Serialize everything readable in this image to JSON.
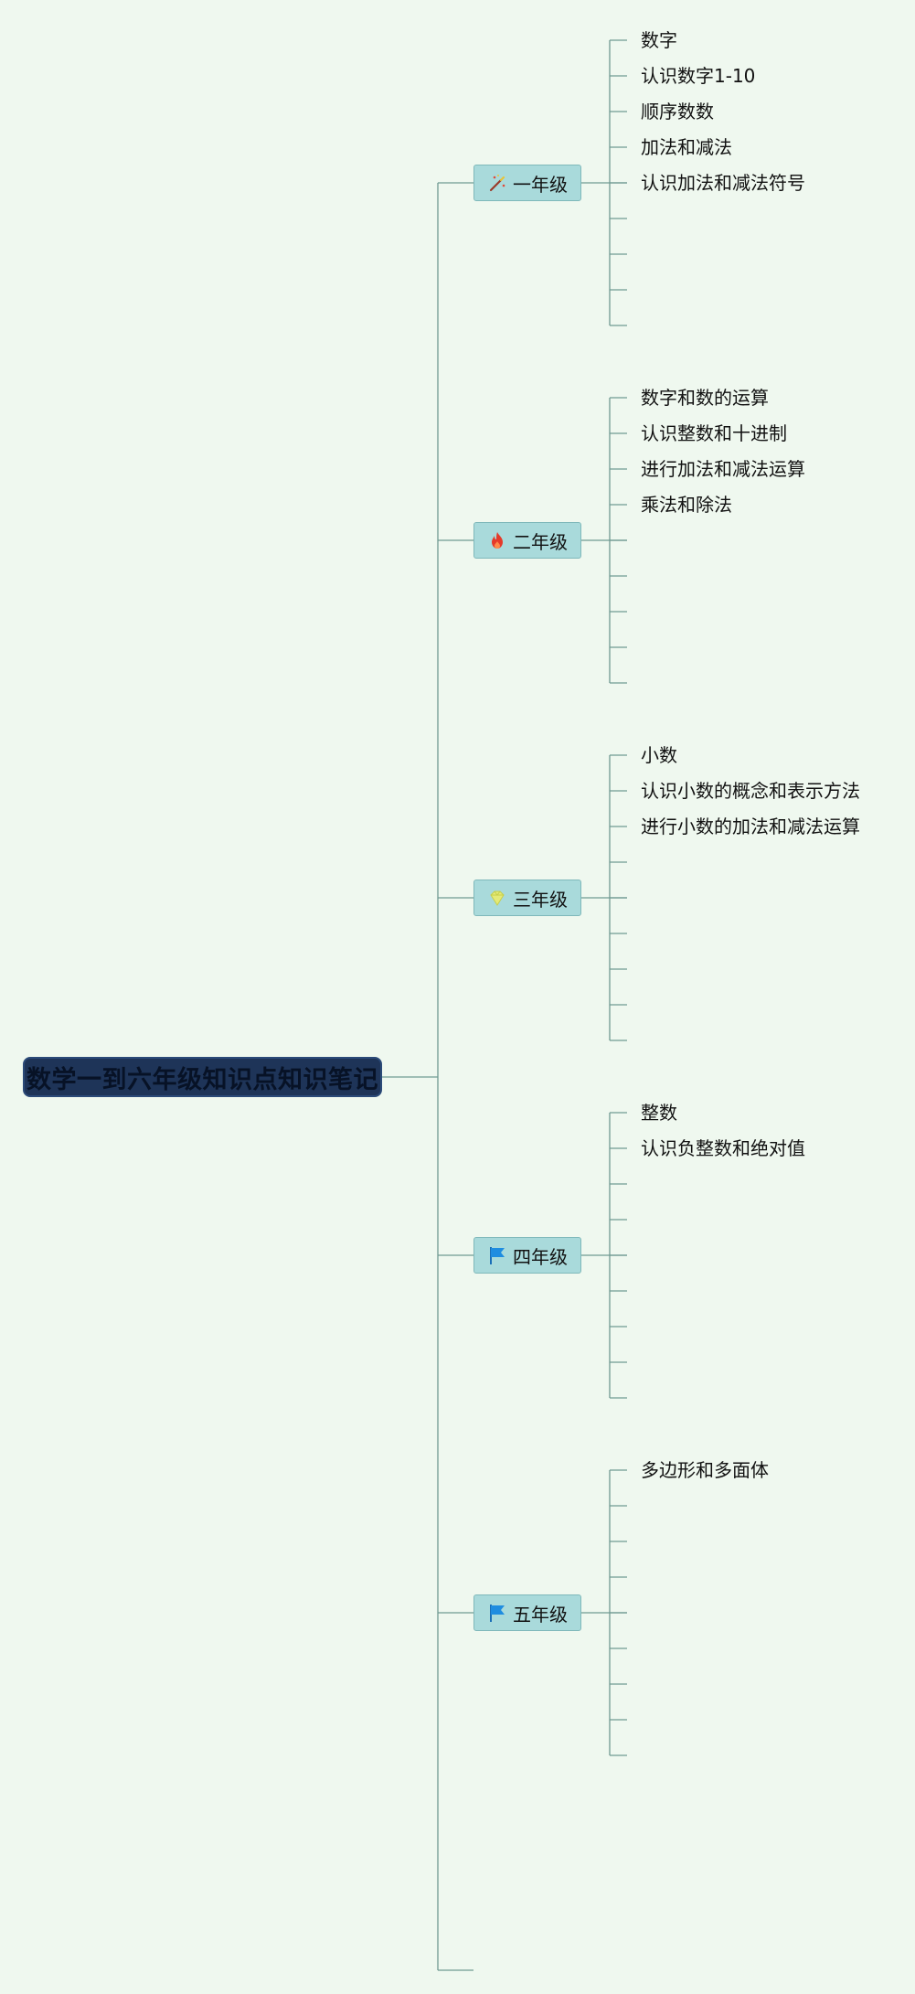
{
  "root": {
    "title": "数学一到六年级知识点知识笔记"
  },
  "grades": [
    {
      "label": "一年级",
      "icon": "magic-wand-icon",
      "items": [
        "数字",
        "认识数字1-10",
        "顺序数数",
        "加法和减法",
        "认识加法和减法符号"
      ]
    },
    {
      "label": "二年级",
      "icon": "fire-icon",
      "items": [
        "数字和数的运算",
        "认识整数和十进制",
        "进行加法和减法运算",
        "乘法和除法"
      ]
    },
    {
      "label": "三年级",
      "icon": "gem-icon",
      "items": [
        "小数",
        "认识小数的概念和表示方法",
        "进行小数的加法和减法运算"
      ]
    },
    {
      "label": "四年级",
      "icon": "flag-icon",
      "items": [
        "整数",
        "认识负整数和绝对值"
      ]
    },
    {
      "label": "五年级",
      "icon": "flag-icon",
      "items": [
        "多边形和多面体"
      ]
    }
  ],
  "colors": {
    "line": "#6f9a92",
    "background": "#eff8ef",
    "root_fill": "#1e3458",
    "grade_fill": "#a9dadb"
  }
}
